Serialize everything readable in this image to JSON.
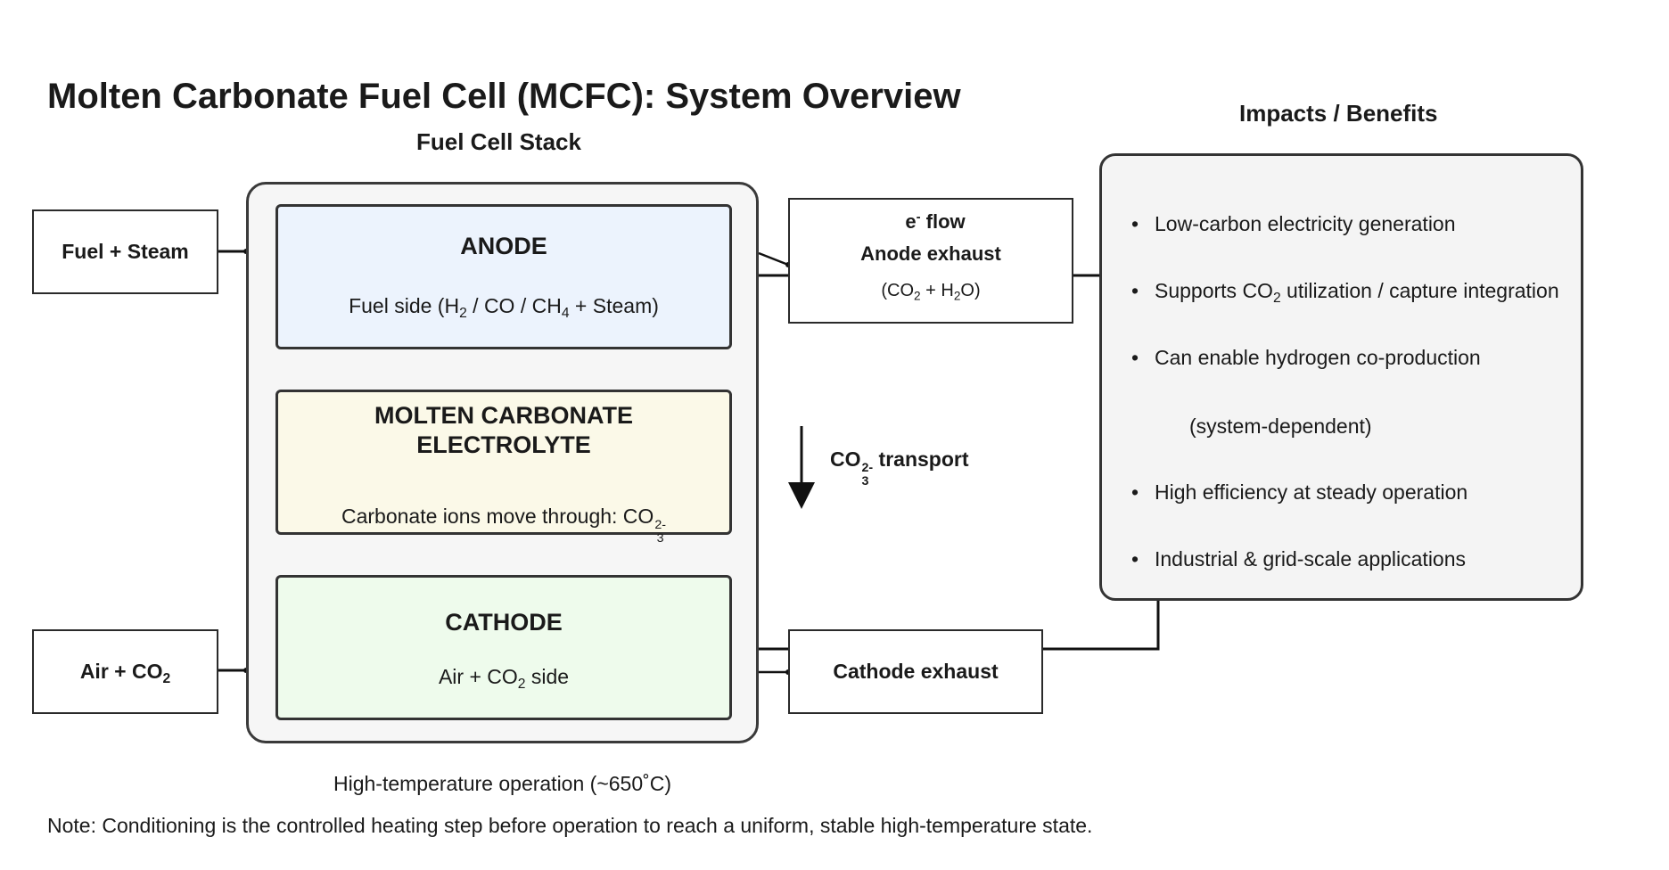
{
  "title": "Molten Carbonate Fuel Cell (MCFC): System Overview",
  "stack_label": "Fuel Cell Stack",
  "impacts_label": "Impacts / Benefits",
  "inputs": {
    "fuel": "Fuel + Steam",
    "air_main": "Air + CO",
    "air_sub": "2"
  },
  "anode": {
    "title": "ANODE",
    "sub_a": "Fuel side (H",
    "sub_b": "2",
    "sub_c": " / CO / CH",
    "sub_d": "4",
    "sub_e": " + Steam)"
  },
  "electrolyte": {
    "title_1": "MOLTEN CARBONATE",
    "title_2": "ELECTROLYTE",
    "sub_a": "Carbonate ions move through:  CO",
    "sup": "2-",
    "sub": "3"
  },
  "cathode": {
    "title": "CATHODE",
    "sub_a": "Air + CO",
    "sub_b": "2",
    "sub_c": " side"
  },
  "anode_exhaust": {
    "eflow_a": "e",
    "eflow_sup": "-",
    "eflow_b": " flow",
    "label": "Anode exhaust",
    "comp_a": "(CO",
    "comp_b": "2",
    "comp_c": " + H",
    "comp_d": "2",
    "comp_e": "O)"
  },
  "transport": {
    "a": "CO",
    "sup": "2-",
    "sub": "3",
    "b": " transport"
  },
  "cathode_exhaust": "Cathode exhaust",
  "benefits": {
    "b1": "Low-carbon electricity generation",
    "b2_a": "Supports CO",
    "b2_sub": "2",
    "b2_b": " utilization / capture integration",
    "b3": "Can enable hydrogen co-production",
    "b3_cont": "(system-dependent)",
    "b4": "High efficiency at steady operation",
    "b5": "Industrial & grid-scale applications"
  },
  "operating_temp": "High-temperature operation (~650˚C)",
  "note": "Note: Conditioning is the controlled heating step before operation to reach a uniform, stable high-temperature state."
}
